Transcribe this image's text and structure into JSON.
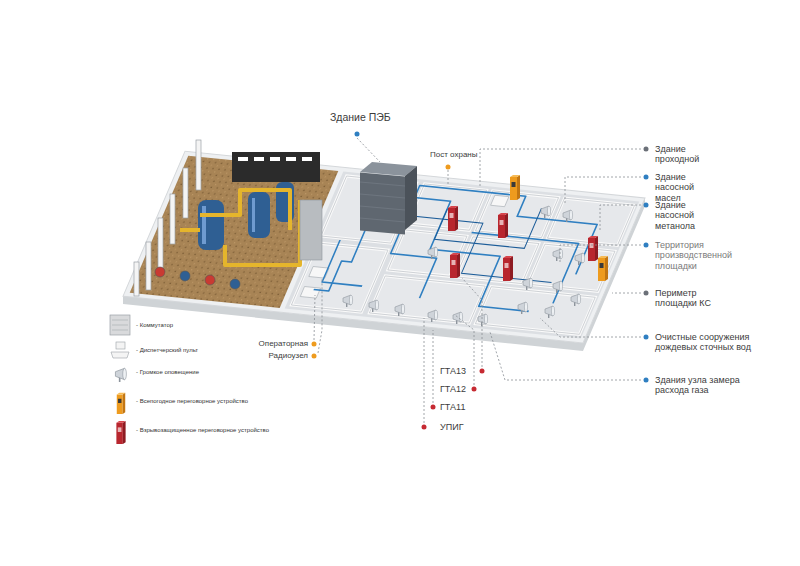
{
  "diagram": {
    "labels": [
      "Здание ПЭБ",
      "Пост охраны",
      "Здание проходной",
      "Здание насосной масел",
      "Здание насосной метанола",
      "Территория производственной площадки",
      "Периметр площадки КС",
      "Очистные сооружения дождевых сточных вод",
      "Здания узла замера расхода газа",
      "Операторная",
      "Радиоузел",
      "ГТА13",
      "ГТА12",
      "ГТА11",
      "УПИГ"
    ],
    "legend": [
      {
        "text": "- Коммутатор"
      },
      {
        "text": "- Диспетчерский пульт"
      },
      {
        "text": "- Громкое оповещение"
      },
      {
        "text": "- Всепогодное переговорное устройство"
      },
      {
        "text": "- Взрывозащищенное переговорное устройство"
      }
    ]
  }
}
